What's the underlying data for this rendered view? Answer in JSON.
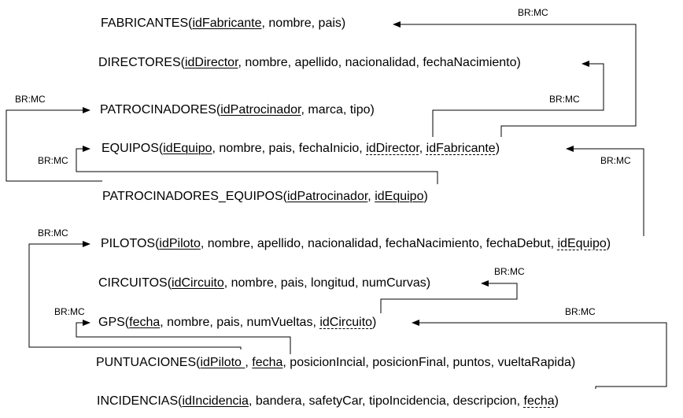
{
  "relation_label": "BR:MC",
  "tables": {
    "fabricantes": {
      "name": "FABRICANTES",
      "attrs": [
        {
          "text": "idFabricante",
          "type": "pk"
        },
        {
          "text": "nombre",
          "type": ""
        },
        {
          "text": "pais",
          "type": ""
        }
      ]
    },
    "directores": {
      "name": "DIRECTORES",
      "attrs": [
        {
          "text": "idDirector",
          "type": "pk"
        },
        {
          "text": "nombre",
          "type": ""
        },
        {
          "text": "apellido",
          "type": ""
        },
        {
          "text": "nacionalidad",
          "type": ""
        },
        {
          "text": "fechaNacimiento",
          "type": ""
        }
      ]
    },
    "patrocinadores": {
      "name": "PATROCINADORES",
      "attrs": [
        {
          "text": "idPatrocinador",
          "type": "pk"
        },
        {
          "text": "marca",
          "type": ""
        },
        {
          "text": "tipo",
          "type": ""
        }
      ]
    },
    "equipos": {
      "name": "EQUIPOS",
      "attrs": [
        {
          "text": "idEquipo",
          "type": "pk"
        },
        {
          "text": "nombre",
          "type": ""
        },
        {
          "text": "pais",
          "type": ""
        },
        {
          "text": "fechaInicio",
          "type": ""
        },
        {
          "text": "idDirector",
          "type": "fk"
        },
        {
          "text": "idFabricante",
          "type": "fk"
        }
      ]
    },
    "patrocinadores_equipos": {
      "name": "PATROCINADORES_EQUIPOS",
      "attrs": [
        {
          "text": "idPatrocinador",
          "type": "pk"
        },
        {
          "text": "idEquipo",
          "type": "pk"
        }
      ]
    },
    "pilotos": {
      "name": "PILOTOS",
      "attrs": [
        {
          "text": "idPiloto",
          "type": "pk"
        },
        {
          "text": "nombre",
          "type": ""
        },
        {
          "text": "apellido",
          "type": ""
        },
        {
          "text": "nacionalidad",
          "type": ""
        },
        {
          "text": "fechaNacimiento",
          "type": ""
        },
        {
          "text": "fechaDebut",
          "type": ""
        },
        {
          "text": "idEquipo",
          "type": "fk"
        }
      ]
    },
    "circuitos": {
      "name": "CIRCUITOS",
      "attrs": [
        {
          "text": "idCircuito",
          "type": "pk"
        },
        {
          "text": "nombre",
          "type": ""
        },
        {
          "text": "pais",
          "type": ""
        },
        {
          "text": "longitud",
          "type": ""
        },
        {
          "text": "numCurvas",
          "type": ""
        }
      ]
    },
    "gps": {
      "name": "GPS",
      "attrs": [
        {
          "text": "fecha",
          "type": "pk"
        },
        {
          "text": "nombre",
          "type": ""
        },
        {
          "text": "pais",
          "type": ""
        },
        {
          "text": "numVueltas",
          "type": ""
        },
        {
          "text": "idCircuito",
          "type": "fk"
        }
      ]
    },
    "puntuaciones": {
      "name": "PUNTUACIONES",
      "attrs": [
        {
          "text": "idPiloto ",
          "type": "pk"
        },
        {
          "text": "fecha",
          "type": "pk"
        },
        {
          "text": "posicionIncial",
          "type": ""
        },
        {
          "text": "posicionFinal",
          "type": ""
        },
        {
          "text": "puntos",
          "type": ""
        },
        {
          "text": "vueltaRapida",
          "type": ""
        }
      ]
    },
    "incidencias": {
      "name": "INCIDENCIAS",
      "attrs": [
        {
          "text": "idIncidencia",
          "type": "pk"
        },
        {
          "text": "bandera",
          "type": ""
        },
        {
          "text": "safetyCar",
          "type": ""
        },
        {
          "text": "tipoIncidencia",
          "type": ""
        },
        {
          "text": "descripcion",
          "type": ""
        },
        {
          "text": "fecha",
          "type": "fk"
        }
      ]
    }
  }
}
